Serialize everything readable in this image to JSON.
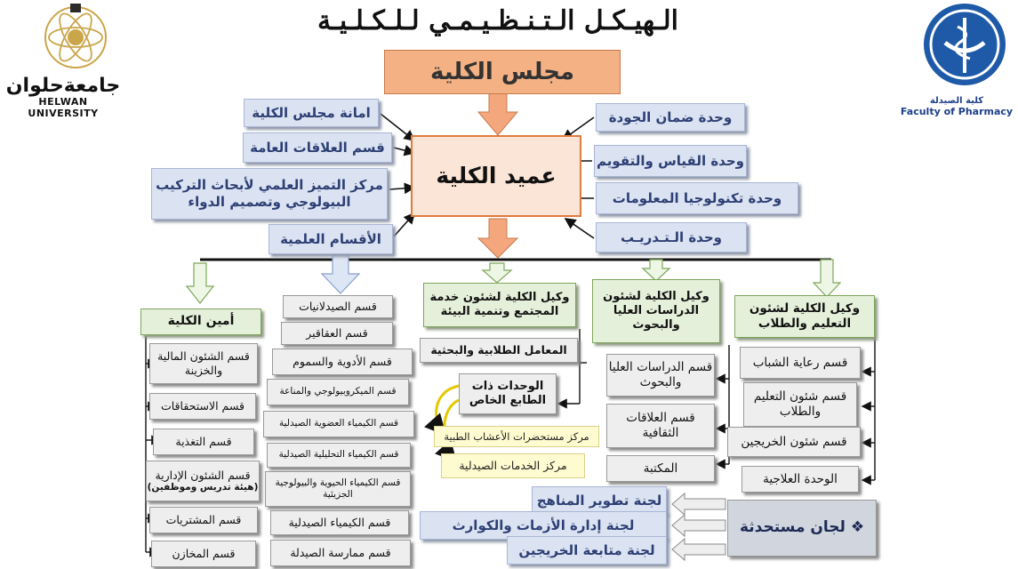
{
  "page": {
    "title": "الـهيـكـل الـتـنـظـيـمـي لـلـكـلـيـة"
  },
  "logos": {
    "left": {
      "arabic": "جامعةحلوان",
      "english": "HELWAN UNIVERSITY"
    },
    "right": {
      "arabic": "كلية الصيدلة",
      "english": "Faculty of Pharmacy"
    }
  },
  "council": {
    "label": "مجلس الكلية"
  },
  "dean": {
    "label": "عميد الكلية"
  },
  "left_dean_units": [
    "امانة مجلس الكلية",
    "قسم العلاقات العامة",
    "مركز التميز العلمي لأبحاث التركيب البيولوجي وتصميم الدواء",
    "الأقسام العلمية"
  ],
  "right_dean_units": [
    "وحدة ضمان الجودة",
    "وحدة القياس والتقويم",
    "وحدة تكنولوجيا المعلومات",
    "وحدة الـتـدريـب"
  ],
  "branches": {
    "secretary": {
      "head": "أمين الكلية",
      "items": [
        "قسم الشئون المالية والخزينة",
        "قسم الاستحقاقات",
        "قسم التغذية",
        "قسم الشئون الإدارية",
        "(هيئة تدريس وموظفين)",
        "قسم المشتريات",
        "قسم المخازن"
      ]
    },
    "departments": {
      "items": [
        "قسم الصيدلانيات",
        "قسم العقاقير",
        "قسم الأدوية والسموم",
        "قسم الميكروبيولوجي والمناعة",
        "قسم الكيمياء العضوية الصيدلية",
        "قسم الكيمياء التحليلية الصيدلية",
        "قسم الكيمياء الحيوية والبيولوجية الجزيئية",
        "قسم الكيمياء الصيدلية",
        "قسم ممارسة الصيدلة"
      ]
    },
    "community": {
      "head": "وكيل الكلية لشئون خدمة المجتمع وتنمية البيئة",
      "items": [
        "المعامل الطلابية والبحثية",
        "الوحدات ذات الطابع الخاص"
      ],
      "special_units": [
        "مركز مستحضرات  الأعشاب الطبية",
        "مركز الخدمات الصيدلية"
      ]
    },
    "graduate": {
      "head": "وكيل الكلية لشئون الدراسات العليا والبحوث",
      "items": [
        "قسم الدراسات العليا والبحوث",
        "قسم العلاقات الثقافية",
        "المكتبة"
      ]
    },
    "students": {
      "head": "وكيل الكلية لشئون التعليم والطلاب",
      "items": [
        "قسم رعاية الشباب",
        "قسم شئون التعليم والطلاب",
        "قسم شئون الخريجين",
        "الوحدة العلاجية"
      ]
    }
  },
  "committees": {
    "label": "❖ لجان مستحدثة",
    "items": [
      "لجنة تطوير المناهج",
      "لجنة إدارة الأزمات والكوارث",
      "لجنة متابعة الخريجين"
    ]
  },
  "colors": {
    "council_fill": "#f4b183",
    "dean_fill": "#fbe5d6",
    "arrow_orange": "#f4a77c",
    "unit_text": "#2d3f74",
    "green_fill": "#e5f0da"
  }
}
